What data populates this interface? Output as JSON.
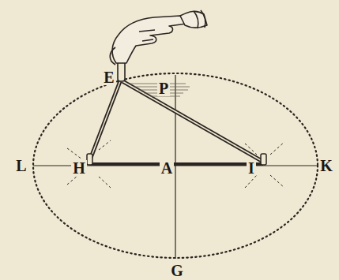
{
  "diagram": {
    "labels": [
      "E",
      "P",
      "L",
      "H",
      "A",
      "I",
      "K",
      "G"
    ]
  }
}
